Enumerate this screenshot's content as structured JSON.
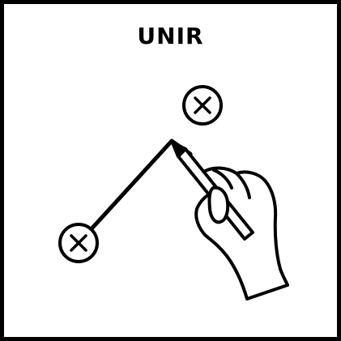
{
  "title": "UNIR",
  "colors": {
    "ink": "#000000",
    "paper": "#ffffff"
  },
  "icons": {
    "start_point": "x-in-circle",
    "end_point": "x-in-circle",
    "hand": "hand-holding-pencil"
  }
}
